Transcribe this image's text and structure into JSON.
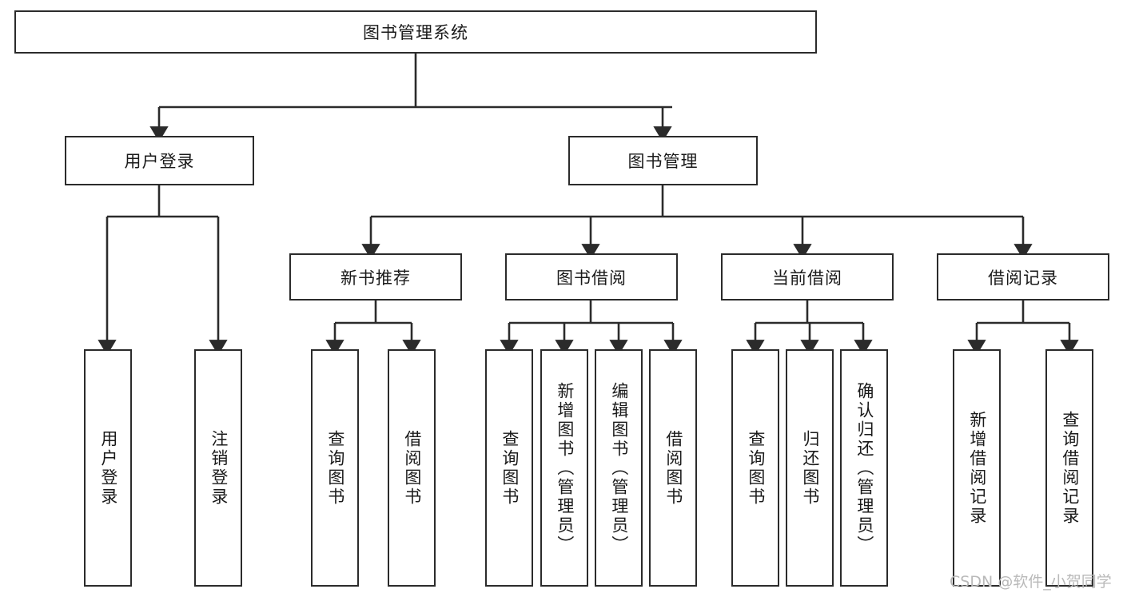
{
  "diagram": {
    "title": "图书管理系统",
    "type": "hierarchy-tree",
    "root": {
      "id": "root",
      "label": "图书管理系统",
      "orientation": "horizontal"
    },
    "level2": [
      {
        "id": "user-login",
        "label": "用户登录",
        "orientation": "horizontal"
      },
      {
        "id": "book-manage",
        "label": "图书管理",
        "orientation": "horizontal"
      }
    ],
    "level3": [
      {
        "id": "new-book-rec",
        "label": "新书推荐",
        "orientation": "horizontal",
        "parent": "book-manage"
      },
      {
        "id": "book-borrow",
        "label": "图书借阅",
        "orientation": "horizontal",
        "parent": "book-manage"
      },
      {
        "id": "current-borrow",
        "label": "当前借阅",
        "orientation": "horizontal",
        "parent": "book-manage"
      },
      {
        "id": "borrow-record",
        "label": "借阅记录",
        "orientation": "horizontal",
        "parent": "book-manage"
      }
    ],
    "leaves": [
      {
        "id": "leaf-user-login",
        "label": "用户登录",
        "parent": "user-login",
        "orientation": "vertical"
      },
      {
        "id": "leaf-logout",
        "label": "注销登录",
        "parent": "user-login",
        "orientation": "vertical"
      },
      {
        "id": "leaf-query-book-1",
        "label": "查询图书",
        "parent": "new-book-rec",
        "orientation": "vertical"
      },
      {
        "id": "leaf-borrow-book-1",
        "label": "借阅图书",
        "parent": "new-book-rec",
        "orientation": "vertical"
      },
      {
        "id": "leaf-query-book-2",
        "label": "查询图书",
        "parent": "book-borrow",
        "orientation": "vertical"
      },
      {
        "id": "leaf-add-book",
        "label": "新增图书（管理员）",
        "parent": "book-borrow",
        "orientation": "vertical"
      },
      {
        "id": "leaf-edit-book",
        "label": "编辑图书（管理员）",
        "parent": "book-borrow",
        "orientation": "vertical"
      },
      {
        "id": "leaf-borrow-book-2",
        "label": "借阅图书",
        "parent": "book-borrow",
        "orientation": "vertical"
      },
      {
        "id": "leaf-query-book-3",
        "label": "查询图书",
        "parent": "current-borrow",
        "orientation": "vertical"
      },
      {
        "id": "leaf-return-book",
        "label": "归还图书",
        "parent": "current-borrow",
        "orientation": "vertical"
      },
      {
        "id": "leaf-confirm-return",
        "label": "确认归还（管理员）",
        "parent": "current-borrow",
        "orientation": "vertical"
      },
      {
        "id": "leaf-add-record",
        "label": "新增借阅记录",
        "parent": "borrow-record",
        "orientation": "vertical"
      },
      {
        "id": "leaf-query-record",
        "label": "查询借阅记录",
        "parent": "borrow-record",
        "orientation": "vertical"
      }
    ],
    "watermark": "CSDN @软件_小贺同学",
    "colors": {
      "stroke": "#2b2b2b",
      "fill": "#ffffff",
      "text": "#1a1a1a",
      "watermark": "#b9b9b9"
    }
  }
}
